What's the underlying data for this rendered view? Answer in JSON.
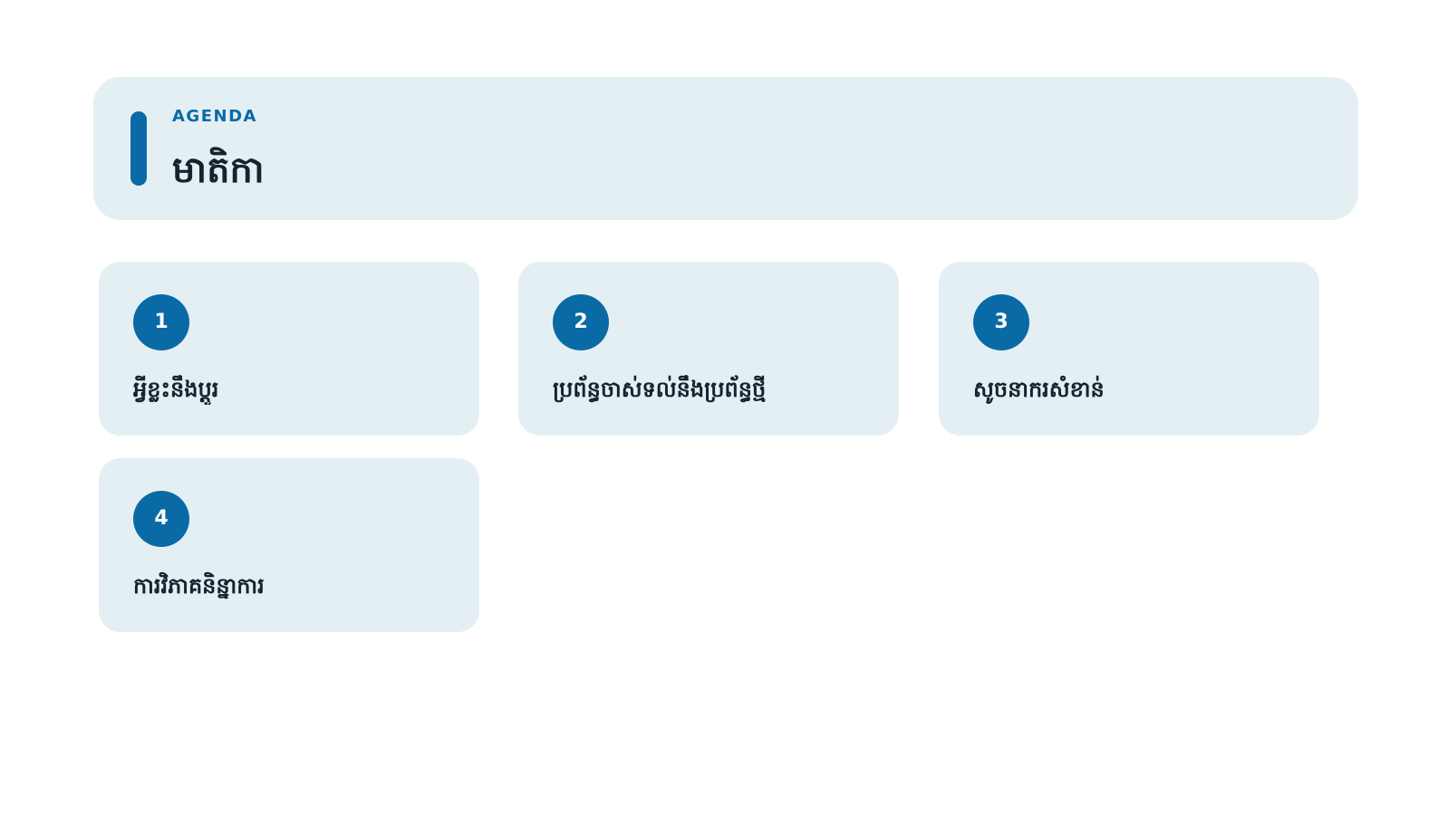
{
  "header": {
    "kicker": "AGENDA",
    "title": "មាតិកា"
  },
  "items": [
    {
      "number": "1",
      "label": "អ្វីខ្លះនឹងប្ដូរ"
    },
    {
      "number": "2",
      "label": "ប្រព័ន្ធចាស់ទល់នឹងប្រព័ន្ធថ្មី"
    },
    {
      "number": "3",
      "label": "សូចនាករសំខាន់"
    },
    {
      "number": "4",
      "label": "ការវិភាគនិន្នាការ"
    }
  ],
  "colors": {
    "accent": "#0a6aa6",
    "card_background": "#e4eff4",
    "text": "#16232e",
    "page_background": "#ffffff"
  }
}
